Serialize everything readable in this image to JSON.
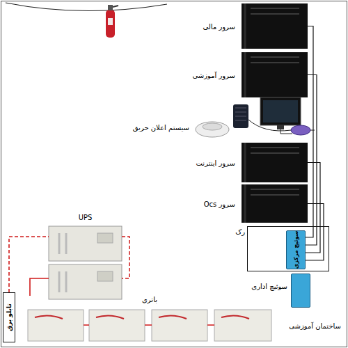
{
  "diagram": {
    "nodes": [
      {
        "text": [
          "سرور مالی"
        ]
      },
      {
        "text": [
          "سرور آموزشی"
        ]
      },
      {
        "text": [
          "سرور اینترنت"
        ]
      },
      {
        "text": [
          "سرور Ocs"
        ]
      },
      {
        "text": [
          "رک"
        ]
      },
      {
        "text": [
          "سوئیچ مرکزی"
        ],
        "in": 4
      },
      {
        "text": [
          "UPS"
        ]
      },
      {
        "text": [
          "سوئیچ اداری"
        ]
      },
      {
        "text": [
          "تابلو برق"
        ]
      },
      {
        "text": [
          "باتری"
        ]
      }
    ],
    "edges": [
      {
        "from": 0,
        "to": 5,
        "arrow": "none"
      },
      {
        "from": 1,
        "to": 5,
        "arrow": "none"
      },
      {
        "from": 2,
        "to": 5,
        "arrow": "none"
      },
      {
        "from": 3,
        "to": 5,
        "arrow": "none"
      },
      {
        "from": 8,
        "to": 6,
        "arrow": "none"
      },
      {
        "from": 6,
        "to": 9,
        "arrow": "none"
      }
    ],
    "labels": [
      "سیستم اعلان حریق",
      "ساختمان آموزشی"
    ]
  }
}
